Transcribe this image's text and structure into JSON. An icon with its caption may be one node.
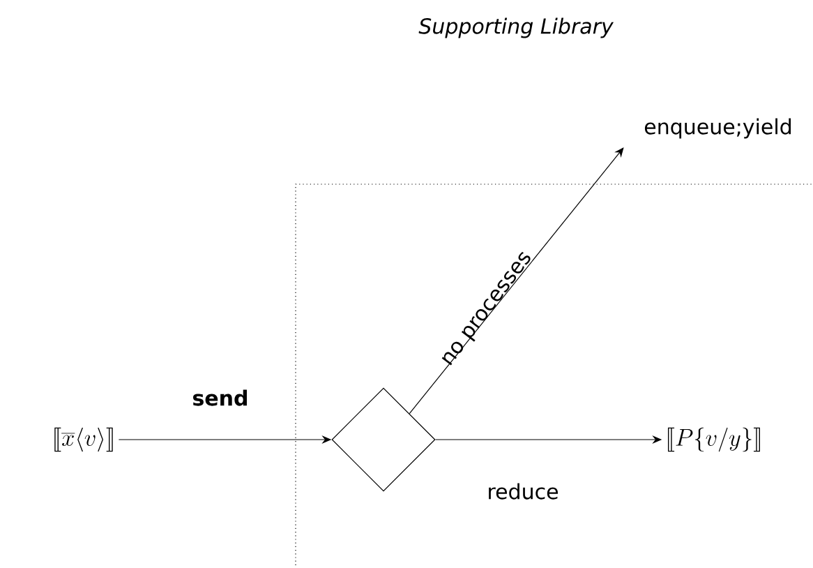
{
  "diagram": {
    "nodes": [
      {
        "text": [
          "Supporting Library"
        ]
      },
      {
        "text": [
          "\\llbracket \\overline{x}\\langle v\\rangle \\rrbracket"
        ]
      },
      {
        "text": [],
        "shape": "diamond",
        "in": 0
      },
      {
        "text": [
          "enqueue;yield"
        ],
        "in": 0
      },
      {
        "text": [
          "\\llbracket P\\{v/y\\}\\rrbracket"
        ],
        "in": 0
      }
    ],
    "edges": [
      {
        "from": 1,
        "to": 2,
        "arrow": "to",
        "label": "send"
      },
      {
        "from": 2,
        "to": 3,
        "arrow": "to",
        "label": "no processes"
      },
      {
        "from": 2,
        "to": 4,
        "arrow": "to",
        "label": "reduce"
      }
    ]
  }
}
